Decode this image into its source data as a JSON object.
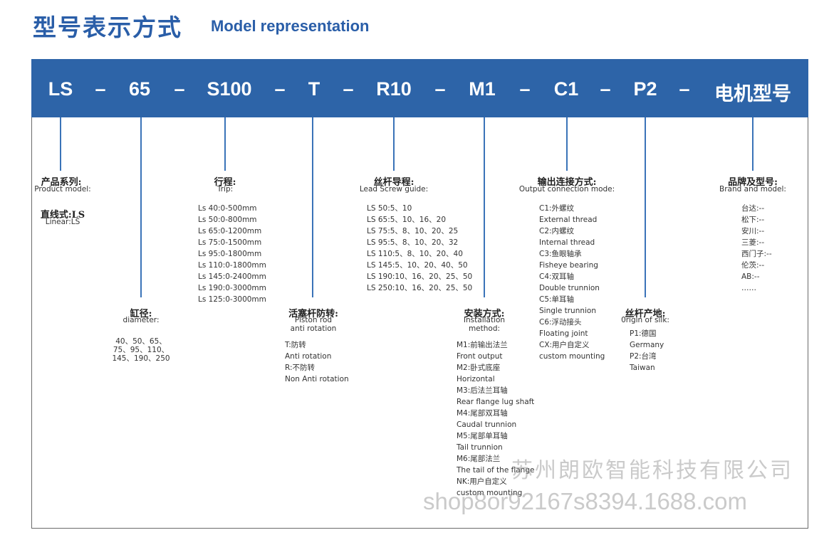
{
  "header": {
    "title_cn": "型号表示方式",
    "title_en": "Model representation"
  },
  "code": [
    "LS",
    "–",
    "65",
    "–",
    "S100",
    "–",
    "T",
    "–",
    "R10",
    "–",
    "M1",
    "–",
    "C1",
    "–",
    "P2",
    "–",
    "电机型号"
  ],
  "product": {
    "cn": "产品系列:",
    "en": "Product model:",
    "item_cn": "直线式:LS",
    "item_en": "Linear:LS"
  },
  "trip": {
    "cn": "行程:",
    "en": "Trip:",
    "items": [
      "Ls 40:0-500mm",
      "Ls 50:0-800mm",
      "Ls 65:0-1200mm",
      "Ls 75:0-1500mm",
      "Ls 95:0-1800mm",
      "Ls 110:0-1800mm",
      "Ls 145:0-2400mm",
      "Ls 190:0-3000mm",
      "Ls 125:0-3000mm"
    ]
  },
  "diameter": {
    "cn": "缸径:",
    "en": "diameter:",
    "items": [
      "40、50、65、",
      "75、95、110、",
      "145、190、250"
    ]
  },
  "piston": {
    "cn": "活塞杆防转:",
    "en1": "Piston rod",
    "en2": "anti rotation",
    "items": [
      "T:防转",
      "Anti rotation",
      "R:不防转",
      "Non Anti rotation"
    ]
  },
  "lead": {
    "cn": "丝杆导程:",
    "en": "Lead Screw guide:",
    "items": [
      "LS 50:5、10",
      "LS 65:5、10、16、20",
      "LS 75:5、8、10、20、25",
      "LS 95:5、8、10、20、32",
      "LS 110:5、8、10、20、40",
      "LS 145:5、10、20、40、50",
      "LS 190:10、16、20、25、50",
      "LS 250:10、16、20、25、50"
    ]
  },
  "install": {
    "cn": "安装方式:",
    "en1": "Installation",
    "en2": "method:",
    "items": [
      "M1:前输出法兰",
      "Front output",
      "M2:卧式底座",
      "Horizontal",
      "M3:后法兰耳轴",
      "Rear flange lug shaft",
      "M4:尾部双耳轴",
      "Caudal trunnion",
      "M5:尾部单耳轴",
      "Tail trunnion",
      "M6:尾部法兰",
      "The tail of the flange",
      "NK:用户自定义",
      "custom mounting"
    ]
  },
  "output": {
    "cn": "输出连接方式:",
    "en": "Output connection mode:",
    "items": [
      "C1:外螺纹",
      "External thread",
      "C2:内螺纹",
      "Internal thread",
      "C3:鱼眼轴承",
      "Fisheye bearing",
      "C4:双耳轴",
      "Double trunnion",
      "C5:单耳轴",
      "Single trunnion",
      "C6:浮动接头",
      "Floating joint",
      "CX:用户自定义",
      "custom mounting"
    ]
  },
  "origin": {
    "cn": "丝杆产地:",
    "en": "0rigin of silk:",
    "items": [
      "P1:德国",
      "Germany",
      "P2:台湾",
      "Taiwan"
    ]
  },
  "brand": {
    "cn": "品牌及型号:",
    "en": "Brand and model:",
    "items": [
      "台达:--",
      "松下:--",
      "安川:--",
      "三菱:--",
      "西门子:--",
      "伦茨:--",
      "AB:--",
      "……"
    ]
  },
  "watermark": {
    "cn": "苏州朗欧智能科技有限公司",
    "url": "shop8or92167s8394.1688.com"
  },
  "colors": {
    "accent": "#2d64a8",
    "title": "#2a5ea8"
  }
}
